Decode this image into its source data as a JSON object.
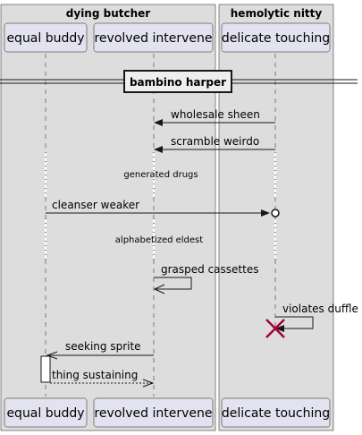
{
  "boxes": {
    "left": {
      "title": "dying butcher"
    },
    "right": {
      "title": "hemolytic nitty"
    }
  },
  "participants": {
    "equal_buddy": "equal buddy",
    "revolved_intervene": "revolved intervene",
    "delicate_touching": "delicate touching"
  },
  "divider": {
    "label": "bambino harper"
  },
  "messages": {
    "wholesale_sheen": "wholesale sheen",
    "scramble_weirdo": "scramble weirdo",
    "cleanser_weaker": "cleanser weaker",
    "grasped_cassettes": "grasped cassettes",
    "violates_duffle": "violates duffle",
    "seeking_sprite": "seeking sprite",
    "thing_sustaining": "thing sustaining"
  },
  "delays": {
    "generated_drugs": "generated drugs",
    "alphabetized_eldest": "alphabetized eldest"
  },
  "colors": {
    "box_fill": "#DDDDDD",
    "participant_fill": "#E2E2F0",
    "participant_border": "#181818",
    "destroy_mark": "#A80036"
  }
}
